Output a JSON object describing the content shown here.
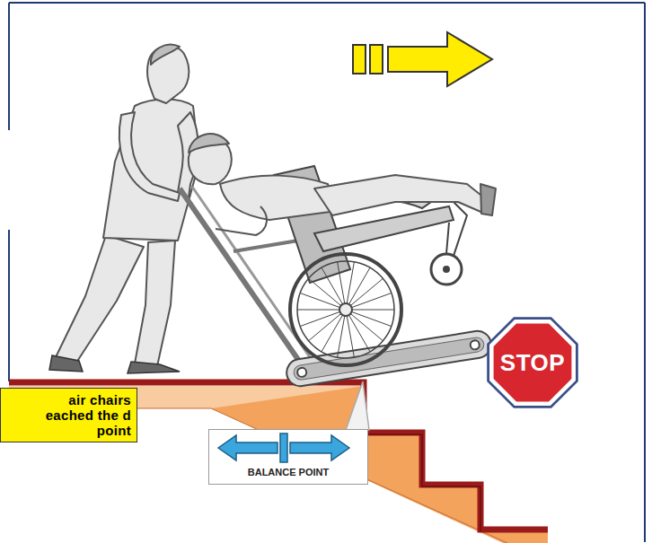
{
  "diagram": {
    "nodes": [
      {
        "text": [
          "STOP"
        ]
      },
      {
        "text": [
          "air chairs eached the d point"
        ]
      },
      {
        "text": [
          "BALANCE POINT"
        ]
      }
    ]
  }
}
